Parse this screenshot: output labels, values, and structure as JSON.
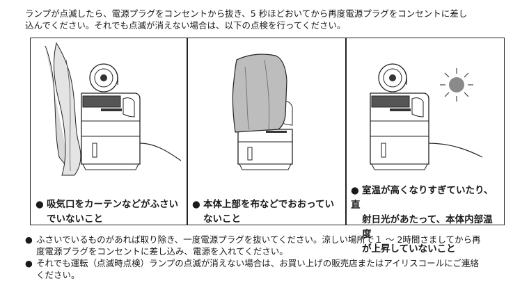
{
  "intro": {
    "line1": "ランプが点滅したら、電源プラグをコンセントから抜き、5 秒ほどおいてから再度電源プラグをコンセントに差し",
    "line2": "込んでください。それでも点滅が消えない場合は、以下の点検を行ってください。"
  },
  "panels": [
    {
      "bullet": "●",
      "line1": "吸気口をカーテンなどがふさい",
      "line2": "でいないこと"
    },
    {
      "bullet": "●",
      "line1": "本体上部を布などでおおってい",
      "line2": "ないこと"
    },
    {
      "bullet": "●",
      "line1": "室温が高くなりすぎていたり、直",
      "line2": "射日光があたって、本体内部温度",
      "line3": "が上昇していないこと"
    }
  ],
  "notes": [
    {
      "bullet": "●",
      "line1": "ふさいでいるものがあれば取り除き、一度電源プラグを抜いてください。涼しい場所で１ ～ 2時間さましてから再",
      "line2": "度電源プラグをコンセントに差し込み、電源を入れてください。"
    },
    {
      "bullet": "●",
      "line1": "それでも運転（点滅時点検）ランプの点滅が消えない場合は、お買い上げの販売店またはアイリスコールにご連絡",
      "line2": "ください。"
    }
  ],
  "colors": {
    "sun": "#8a8a8a",
    "line": "#1a1a1a"
  }
}
